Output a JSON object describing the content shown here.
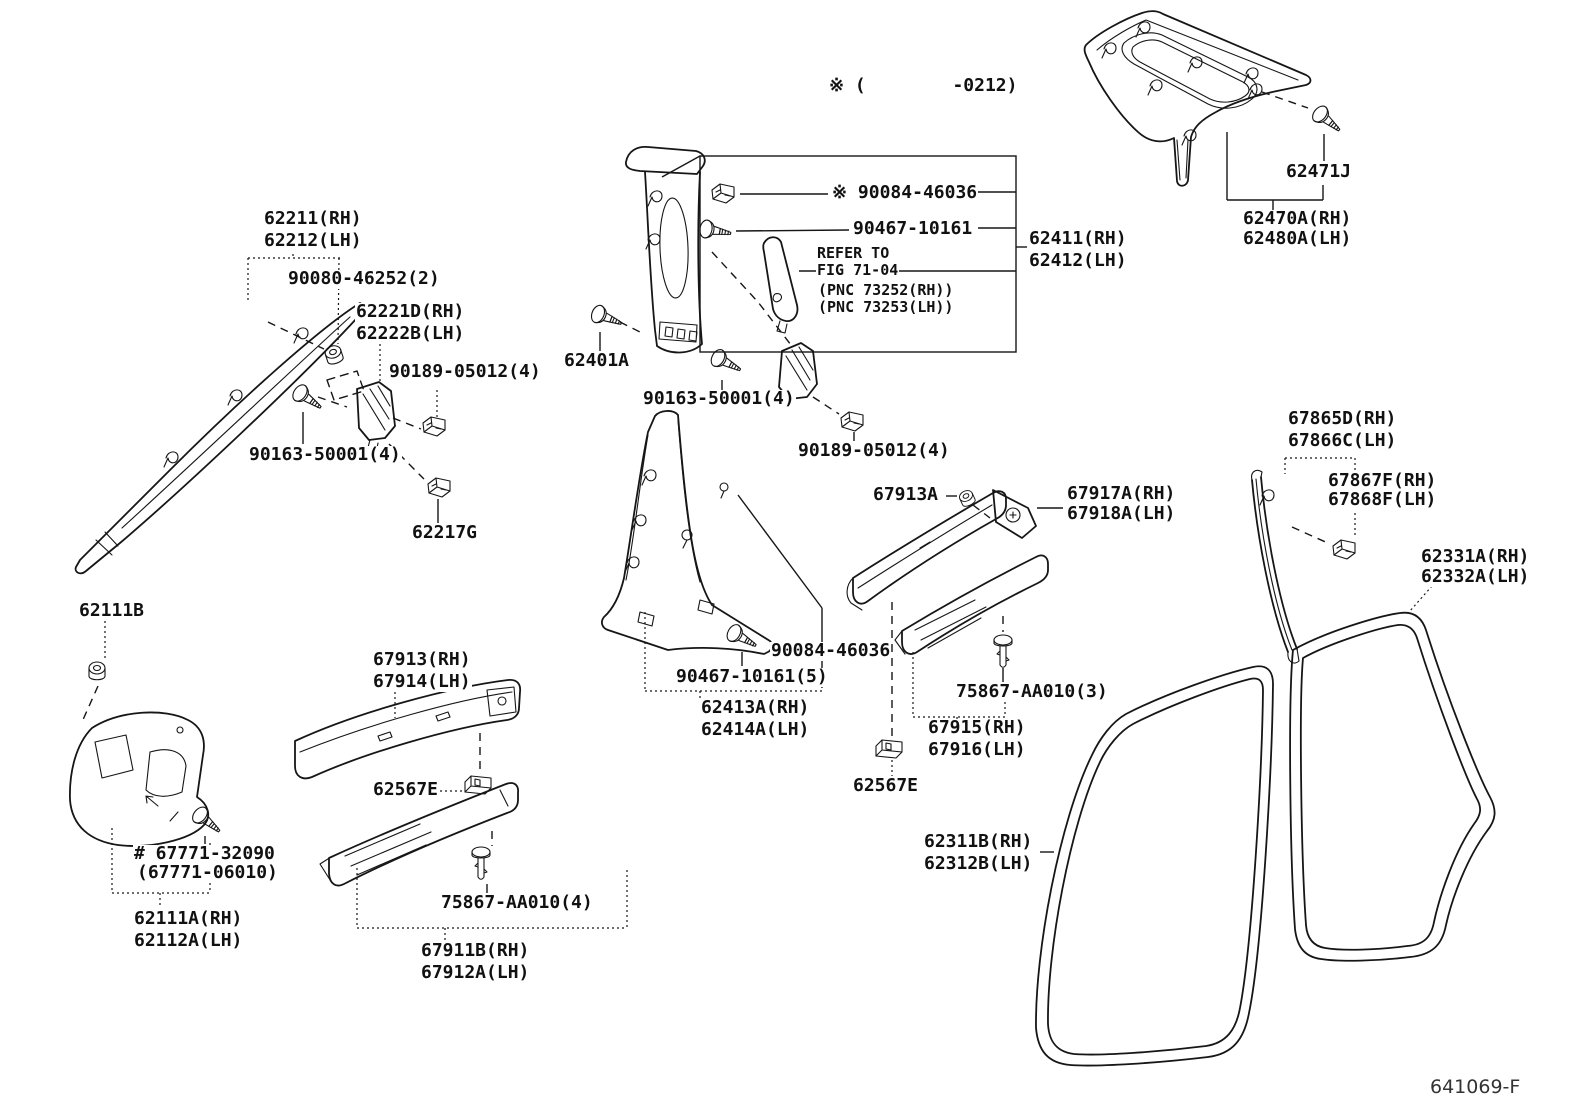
{
  "diagram": {
    "production_note": "※ (        -0212)",
    "sheet_number": "641069-F",
    "line_color": "#161616",
    "background_color": "#ffffff",
    "labels": {
      "apillar_garnish_rh": "62211(RH)",
      "apillar_garnish_lh": "62212(LH)",
      "grommet_90080": "90080-46252(2)",
      "retainer_62221d_rh": "62221D(RH)",
      "retainer_62222b_lh": "62222B(LH)",
      "clip_90189_left": "90189-05012(4)",
      "screw_90163_left": "90163-50001(4)",
      "clip_62217g": "62217G",
      "clip_90084_box": "※ 90084-46036",
      "screw_90467_box": "90467-10161",
      "refer_line1": "REFER TO",
      "refer_line2": "FIG 71-04",
      "refer_line3": "(PNC 73252(RH))",
      "refer_line4": "(PNC 73253(LH))",
      "bpillar_upper_rh": "62411(RH)",
      "bpillar_upper_lh": "62412(LH)",
      "clip_62401a": "62401A",
      "screw_90163_center": "90163-50001(4)",
      "clip_90189_center": "90189-05012(4)",
      "cpillar_screw_62471j": "62471J",
      "cpillar_trim_rh": "62470A(RH)",
      "cpillar_trim_lh": "62480A(LH)",
      "clip_67913a": "67913A",
      "rear_scuff_rh": "67917A(RH)",
      "rear_scuff_lh": "67918A(LH)",
      "rear_pillar_trim_rh": "67865D(RH)",
      "rear_pillar_trim_lh": "67866C(LH)",
      "clip_67867f_rh": "67867F(RH)",
      "clip_67868f_lh": "67868F(LH)",
      "rear_door_ws_rh": "62331A(RH)",
      "rear_door_ws_lh": "62332A(LH)",
      "grommet_62111b": "62111B",
      "front_scuff_rh": "67913(RH)",
      "front_scuff_lh": "67914(LH)",
      "clip_62567e_left": "62567E",
      "screw_67771": "# 67771-32090",
      "screw_67771_alt": "(67771-06010)",
      "cowl_trim_rh": "62111A(RH)",
      "cowl_trim_lh": "62112A(LH)",
      "rivet_75867_x4": "75867-AA010(4)",
      "front_sill_rh": "67911B(RH)",
      "front_sill_lh": "67912A(LH)",
      "clip_90084_lower": "90084-46036",
      "screw_90467_x5": "90467-10161(5)",
      "bpillar_lower_rh": "62413A(RH)",
      "bpillar_lower_lh": "62414A(LH)",
      "rivet_75867_x3": "75867-AA010(3)",
      "rear_sill_rh": "67915(RH)",
      "rear_sill_lh": "67916(LH)",
      "clip_62567e_center": "62567E",
      "front_door_ws_rh": "62311B(RH)",
      "front_door_ws_lh": "62312B(LH)"
    }
  }
}
